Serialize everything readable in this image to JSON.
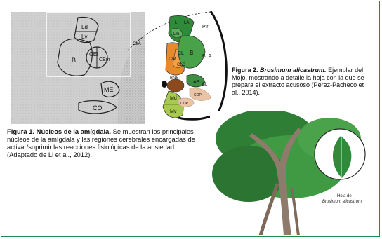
{
  "figure1": {
    "caption_bold": "Figura 1. Núcleos de la amígdala.",
    "caption_text": "Se muestran los principales núcleos de la amígdala y las regiones cerebrales encargadas de activar/suprimir las reacciones fisiológicas de la ansiedad (Adaptado de Li et al., 2012).",
    "labels": {
      "ld": "Ld",
      "lv": "Lv",
      "b_left": "B",
      "cei": "CEl",
      "cem": "CEm",
      "me": "ME",
      "co": "CO",
      "cea": "CeA",
      "cm": "CM",
      "cl": "CL",
      "clc": "CLC",
      "bnst": "BNST",
      "md": "Md",
      "mv": "Mv",
      "cop_left": "COP",
      "cop_right": "COP",
      "la": "LA",
      "lm": "Lm",
      "b_right": "B",
      "bla": "BLA",
      "pir": "Pir",
      "ab": "AB",
      "bl": "BL",
      "lateral": "L"
    }
  },
  "figure2": {
    "caption_bold": "Figura 2.",
    "caption_species": "Brosimum alicastrum.",
    "caption_text": "Ejemplar del Mojo, mostrando a detalle la hoja con la que se prepara el extracto acusoso (Pérez-Pacheco et al., 2014).",
    "leaf_label_line1": "Hoja de",
    "leaf_label_line2": "Brosimum alicastrum"
  }
}
